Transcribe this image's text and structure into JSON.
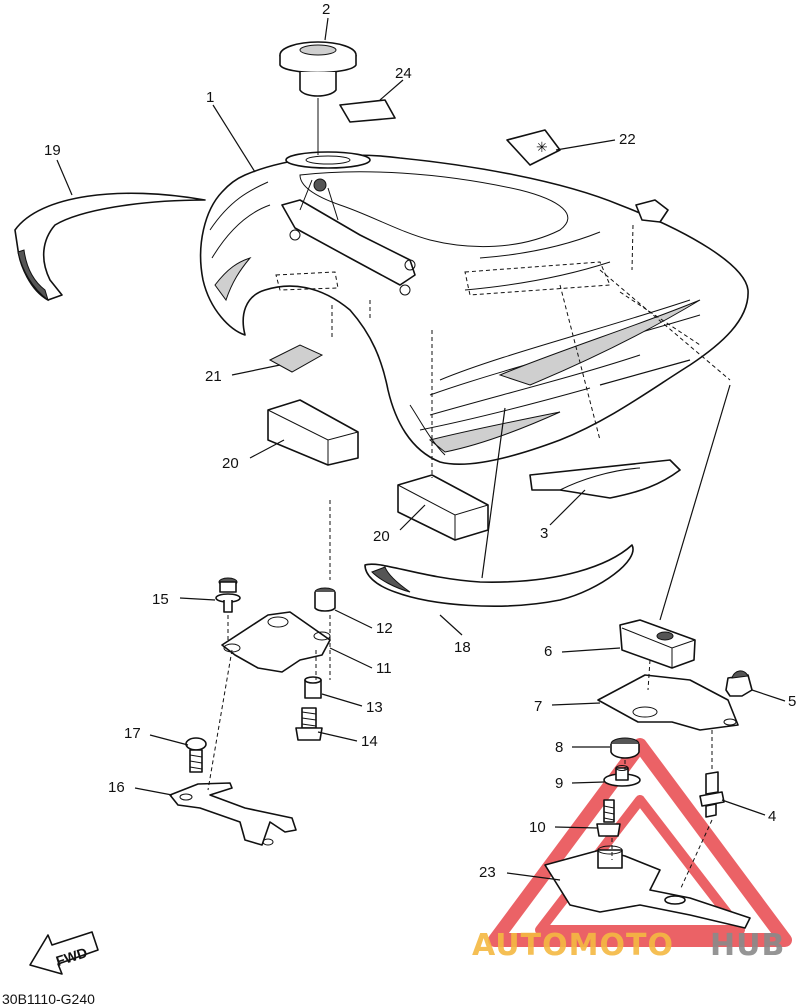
{
  "diagram": {
    "diagram_code": "30B1110-G240",
    "fwd_label": "FWD",
    "watermark": {
      "part1": "AUTOMOTO",
      "part2": "HUB",
      "color_primary": "#f4b942",
      "color_secondary": "#8a8a8a",
      "triangle_color": "#e8474c"
    },
    "callouts": [
      {
        "id": "c1",
        "label": "1"
      },
      {
        "id": "c2",
        "label": "2"
      },
      {
        "id": "c24",
        "label": "24"
      },
      {
        "id": "c22",
        "label": "22"
      },
      {
        "id": "c19",
        "label": "19"
      },
      {
        "id": "c21",
        "label": "21"
      },
      {
        "id": "c20a",
        "label": "20"
      },
      {
        "id": "c20b",
        "label": "20"
      },
      {
        "id": "c3",
        "label": "3"
      },
      {
        "id": "c15",
        "label": "15"
      },
      {
        "id": "c12",
        "label": "12"
      },
      {
        "id": "c11",
        "label": "11"
      },
      {
        "id": "c13",
        "label": "13"
      },
      {
        "id": "c14",
        "label": "14"
      },
      {
        "id": "c18",
        "label": "18"
      },
      {
        "id": "c6",
        "label": "6"
      },
      {
        "id": "c7",
        "label": "7"
      },
      {
        "id": "c5",
        "label": "5"
      },
      {
        "id": "c8",
        "label": "8"
      },
      {
        "id": "c9",
        "label": "9"
      },
      {
        "id": "c4",
        "label": "4"
      },
      {
        "id": "c10",
        "label": "10"
      },
      {
        "id": "c17",
        "label": "17"
      },
      {
        "id": "c16",
        "label": "16"
      },
      {
        "id": "c23",
        "label": "23"
      }
    ]
  }
}
